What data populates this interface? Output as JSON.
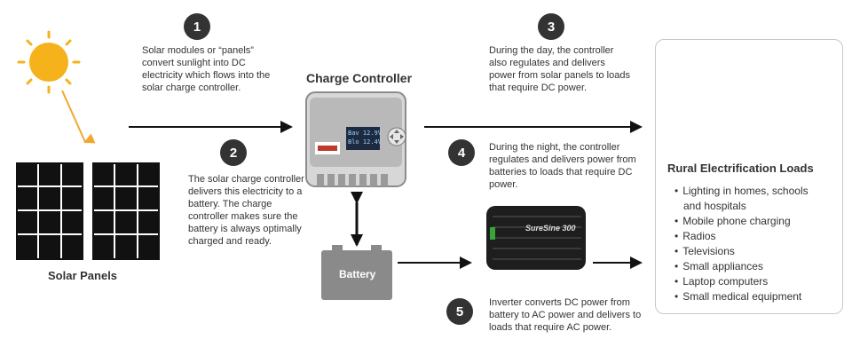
{
  "steps": [
    {
      "number": "1",
      "text": "Solar modules or “panels” convert sunlight into DC electricity which flows into the solar charge controller."
    },
    {
      "number": "2",
      "text": "The solar charge controller delivers this electricity to a battery. The charge controller makes sure the battery is always optimally charged and ready."
    },
    {
      "number": "3",
      "text": "During the day, the controller also regulates and delivers power from solar panels to loads that require DC power."
    },
    {
      "number": "4",
      "text": "During the night, the controller regulates and delivers power from batteries to loads that require DC power."
    },
    {
      "number": "5",
      "text": "Inverter converts DC power from battery to AC power and delivers to loads that require AC power."
    }
  ],
  "labels": {
    "charge_controller": "Charge Controller",
    "solar_panels": "Solar Panels",
    "battery": "Battery",
    "controller_display_line1": "Bav  12.9V",
    "controller_display_line2": "Blo  12.4V",
    "inverter_brand": "SureSine 300"
  },
  "loads": {
    "title": "Rural Electrification Loads",
    "items": [
      "Lighting in homes, schools",
      "and hospitals",
      "Mobile phone charging",
      "Radios",
      "Televisions",
      "Small appliances",
      "Laptop computers",
      "Small medical equipment"
    ]
  },
  "colors": {
    "sun": "#f5b21b",
    "sun_arrow": "#f0a830",
    "panel": "#111111",
    "battery": "#8a8a8a",
    "arrow": "#111111",
    "step_circle": "#333333"
  }
}
